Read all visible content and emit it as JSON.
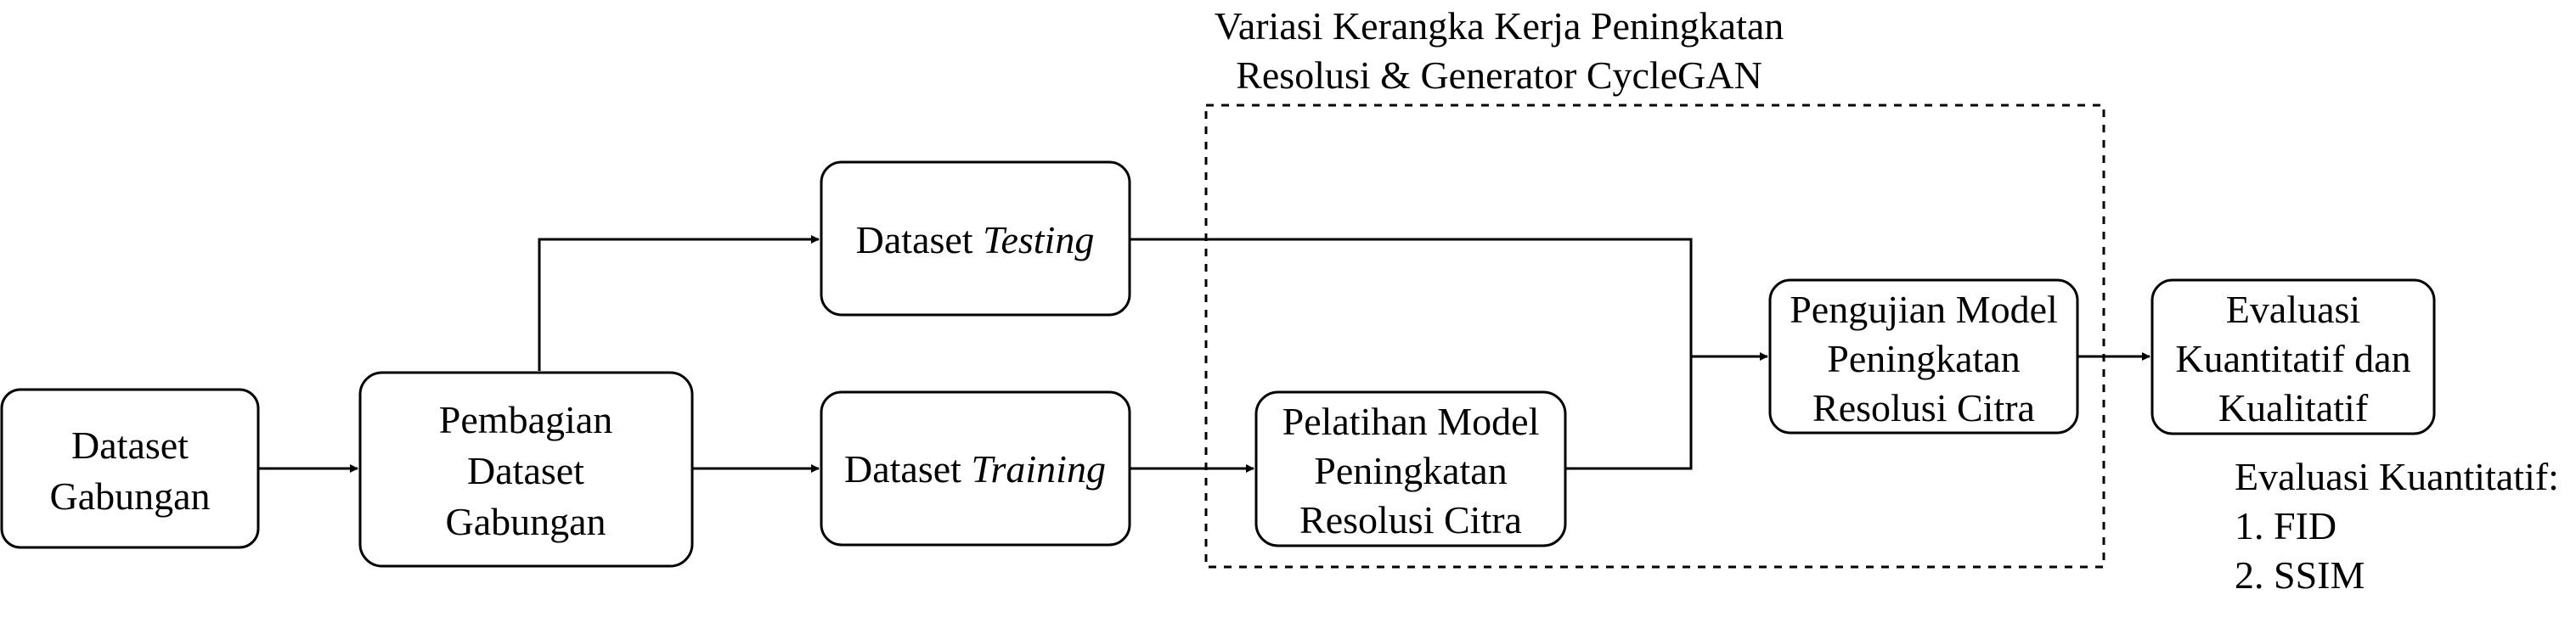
{
  "diagram": {
    "group": {
      "title_line1": "Variasi Kerangka Kerja Peningkatan",
      "title_line2": "Resolusi & Generator CycleGAN"
    },
    "nodes": {
      "dataset_gabungan": [
        "Dataset",
        "Gabungan"
      ],
      "pembagian": [
        "Pembagian",
        "Dataset",
        "Gabungan"
      ],
      "testing": {
        "prefix": "Dataset ",
        "emph": "Testing"
      },
      "training": {
        "prefix": "Dataset ",
        "emph": "Training"
      },
      "pelatihan": [
        "Pelatihan Model",
        "Peningkatan",
        "Resolusi Citra"
      ],
      "pengujian": [
        "Pengujian Model",
        "Peningkatan",
        "Resolusi Citra"
      ],
      "evaluasi": [
        "Evaluasi",
        "Kuantitatif dan",
        "Kualitatif"
      ]
    },
    "note": {
      "title": "Evaluasi Kuantitatif:",
      "items": [
        "1. FID",
        "2. SSIM"
      ]
    }
  }
}
